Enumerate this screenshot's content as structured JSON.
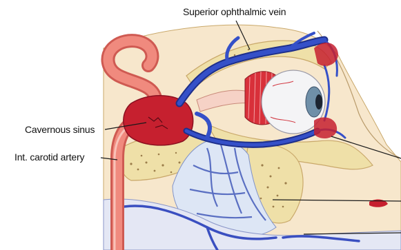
{
  "labels": {
    "superior_ophthalmic_vein": "Superior ophthalmic vein",
    "cavernous_sinus": "Cavernous sinus",
    "int_carotid_artery": "Int. carotid artery"
  },
  "colors": {
    "skin": "#f7e7cc",
    "bone": "#efe0a8",
    "bone_edge": "#c9a86a",
    "bone_spot": "#9b7d4a",
    "sinus": "#dde6f5",
    "vein": "#2f46b8",
    "artery": "#f08a7e",
    "artery_dark": "#cf5a52",
    "cavernous": "#c6202f",
    "muscle": "#d8303a",
    "eye": "#f4f4f6",
    "iris": "#6f8fa8",
    "leader": "#1a1a1a"
  }
}
